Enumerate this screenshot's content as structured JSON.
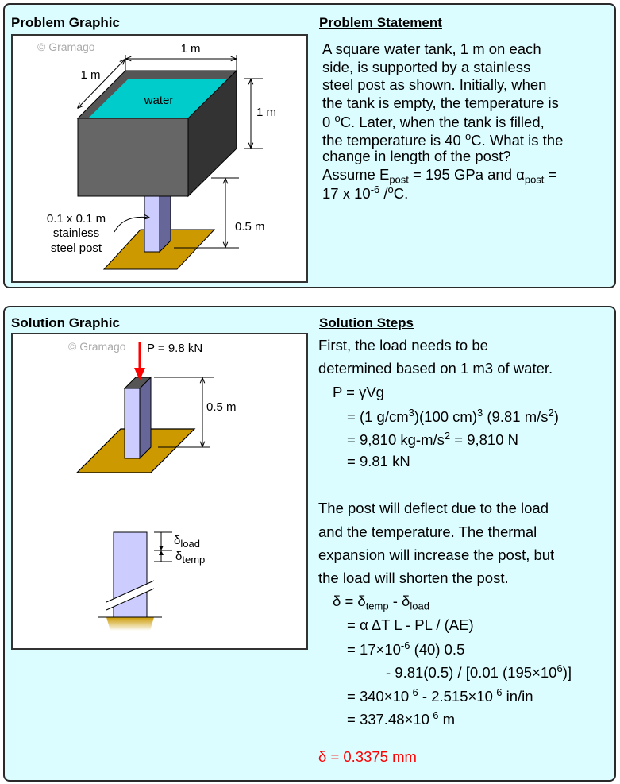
{
  "problem": {
    "graphic_title": "Problem Graphic",
    "statement_title": "Problem Statement",
    "copyright": "© Gramago",
    "labels": {
      "width": "1 m",
      "depth": "1 m",
      "height": "1 m",
      "water": "water",
      "post_height": "0.5 m",
      "post_size": "0.1 x 0.1 m",
      "post_material_1": "stainless",
      "post_material_2": "steel post"
    },
    "statement_lines": [
      [
        {
          "t": "A square water tank, 1 m on each"
        }
      ],
      [
        {
          "t": "side, is supported by a stainless"
        }
      ],
      [
        {
          "t": "steel post as shown. Initially, when"
        }
      ],
      [
        {
          "t": "the tank is empty, the temperature is"
        }
      ],
      [
        {
          "t": "0 "
        },
        {
          "t": "o",
          "s": "sup"
        },
        {
          "t": "C. Later, when the tank is filled,"
        }
      ],
      [
        {
          "t": "the temperature is 40 "
        },
        {
          "t": "o",
          "s": "sup"
        },
        {
          "t": "C. What is the"
        }
      ],
      [
        {
          "t": "change in length of the post?"
        }
      ],
      [
        {
          "t": "Assume E"
        },
        {
          "t": "post",
          "s": "sub"
        },
        {
          "t": " = 195 GPa and α"
        },
        {
          "t": "post",
          "s": "sub"
        },
        {
          "t": " ="
        }
      ],
      [
        {
          "t": "17 x 10"
        },
        {
          "t": "-6",
          "s": "sup"
        },
        {
          "t": " /"
        },
        {
          "t": "o",
          "s": "sup"
        },
        {
          "t": "C."
        }
      ]
    ]
  },
  "solution": {
    "graphic_title": "Solution Graphic",
    "steps_title": "Solution Steps",
    "copyright": "© Gramago",
    "labels": {
      "load": "P = 9.8 kN",
      "post_height": "0.5 m",
      "delta_load_sym": "δ",
      "delta_load_sub": "load",
      "delta_temp_sym": "δ",
      "delta_temp_sub": "temp"
    },
    "colors": {
      "load_arrow": "#ff0000",
      "result": "#ff0000",
      "post_front": "#ccccff",
      "post_side": "#666699",
      "plate": "#cc9900"
    },
    "steps": [
      {
        "indent": 0,
        "segs": [
          {
            "t": "First, the load needs to be"
          }
        ]
      },
      {
        "indent": 0,
        "segs": [
          {
            "t": "determined based on 1 m3 of water."
          }
        ]
      },
      {
        "indent": 1,
        "segs": [
          {
            "t": "P = γVg"
          }
        ]
      },
      {
        "indent": 2,
        "segs": [
          {
            "t": "= (1 g/cm"
          },
          {
            "t": "3",
            "s": "sup"
          },
          {
            "t": ")(100 cm)"
          },
          {
            "t": "3",
            "s": "sup"
          },
          {
            "t": " (9.81 m/s"
          },
          {
            "t": "2",
            "s": "sup"
          },
          {
            "t": ")"
          }
        ]
      },
      {
        "indent": 2,
        "segs": [
          {
            "t": "= 9,810 kg-m/s"
          },
          {
            "t": "2",
            "s": "sup"
          },
          {
            "t": " = 9,810 N"
          }
        ]
      },
      {
        "indent": 2,
        "segs": [
          {
            "t": "= 9.81 kN"
          }
        ]
      },
      {
        "indent": 0,
        "gap": true,
        "segs": [
          {
            "t": "The post will deflect due to the load"
          }
        ]
      },
      {
        "indent": 0,
        "segs": [
          {
            "t": "and the temperature. The thermal"
          }
        ]
      },
      {
        "indent": 0,
        "segs": [
          {
            "t": "expansion will increase the post, but"
          }
        ]
      },
      {
        "indent": 0,
        "segs": [
          {
            "t": "the load will shorten the post."
          }
        ]
      },
      {
        "indent": 1,
        "segs": [
          {
            "t": "δ = δ"
          },
          {
            "t": "temp",
            "s": "sub"
          },
          {
            "t": " - δ"
          },
          {
            "t": "load",
            "s": "sub"
          }
        ]
      },
      {
        "indent": 2,
        "segs": [
          {
            "t": "= α ΔT L - PL / (AE)"
          }
        ]
      },
      {
        "indent": 2,
        "segs": [
          {
            "t": "= 17×10"
          },
          {
            "t": "-6",
            "s": "sup"
          },
          {
            "t": " (40) 0.5"
          }
        ]
      },
      {
        "indent": 3,
        "segs": [
          {
            "t": "- 9.81(0.5) / [0.01 (195×10"
          },
          {
            "t": "6",
            "s": "sup"
          },
          {
            "t": ")]"
          }
        ]
      },
      {
        "indent": 2,
        "segs": [
          {
            "t": "= 340×10"
          },
          {
            "t": "-6",
            "s": "sup"
          },
          {
            "t": " - 2.515×10"
          },
          {
            "t": "-6",
            "s": "sup"
          },
          {
            "t": " in/in"
          }
        ]
      },
      {
        "indent": 2,
        "segs": [
          {
            "t": "= 337.48×10"
          },
          {
            "t": "-6",
            "s": "sup"
          },
          {
            "t": " m"
          }
        ]
      },
      {
        "indent": 0,
        "result": true,
        "segs": [
          {
            "t": "δ = 0.3375 mm"
          }
        ]
      }
    ]
  }
}
